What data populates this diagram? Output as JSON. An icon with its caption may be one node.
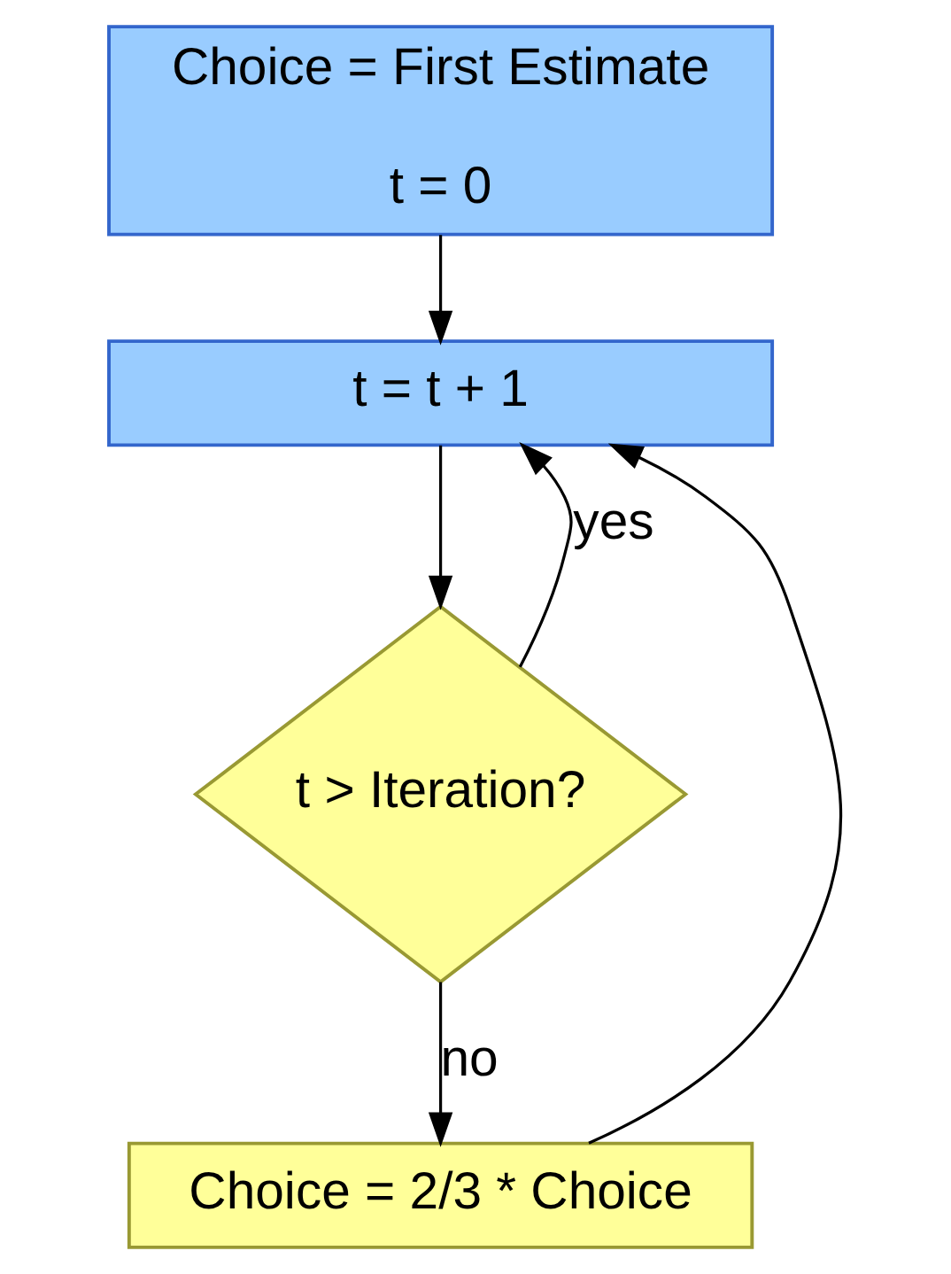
{
  "diagram": {
    "nodes": [
      {
        "text": [
          "Choice = First Estimate",
          "t = 0"
        ]
      },
      {
        "text": [
          "t = t + 1"
        ]
      },
      {
        "text": [
          "t > Iteration?"
        ]
      },
      {
        "text": [
          "Choice = 2/3 * Choice"
        ]
      }
    ],
    "edges": [
      {
        "from": 0,
        "to": 1,
        "arrow": "to"
      },
      {
        "from": 1,
        "to": 2,
        "arrow": "to"
      },
      {
        "from": 2,
        "to": 3,
        "arrow": "to",
        "label": "no"
      },
      {
        "from": 2,
        "to": 1,
        "arrow": "to",
        "label": "yes"
      },
      {
        "from": 3,
        "to": 1,
        "arrow": "to"
      }
    ]
  }
}
